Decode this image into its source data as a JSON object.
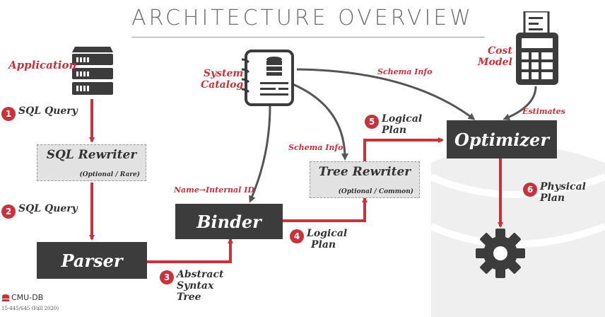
{
  "title": "ARCHITECTURE OVERVIEW",
  "labels": {
    "application": "Application",
    "system_catalog_line1": "System",
    "system_catalog_line2": "Catalog",
    "cost_model_line1": "Cost",
    "cost_model_line2": "Model",
    "schema_info_top": "Schema Info",
    "schema_info_mid": "Schema Info",
    "estimates": "Estimates",
    "name_internal_id": "Name→Internal ID"
  },
  "boxes": {
    "sql_rewriter": "SQL Rewriter",
    "sql_rewriter_sub": "(Optional / Rare)",
    "parser": "Parser",
    "binder": "Binder",
    "tree_rewriter": "Tree Rewriter",
    "tree_rewriter_sub": "(Optional / Common)",
    "optimizer": "Optimizer"
  },
  "steps": [
    {
      "num": "1",
      "line1": "SQL Query",
      "line2": "",
      "line3": ""
    },
    {
      "num": "2",
      "line1": "SQL Query",
      "line2": "",
      "line3": ""
    },
    {
      "num": "3",
      "line1": "Abstract",
      "line2": "Syntax",
      "line3": "Tree"
    },
    {
      "num": "4",
      "line1": "Logical",
      "line2": "Plan",
      "line3": ""
    },
    {
      "num": "5",
      "line1": "Logical",
      "line2": "Plan",
      "line3": ""
    },
    {
      "num": "6",
      "line1": "Physical",
      "line2": "Plan",
      "line3": ""
    }
  ],
  "footer": {
    "logo": "CMU-DB",
    "course": "15-445/645 (Fall 2020)"
  },
  "colors": {
    "accent_red": "#c8323c",
    "dark_box": "#3c3c3c",
    "light_box": "#e2e2e2",
    "connector_gray": "#555555"
  },
  "icons": [
    "server-icon",
    "catalog-notebook-icon",
    "calculator-receipt-icon",
    "gear-icon",
    "database-cylinder-icon",
    "cmu-db-logo-icon"
  ]
}
